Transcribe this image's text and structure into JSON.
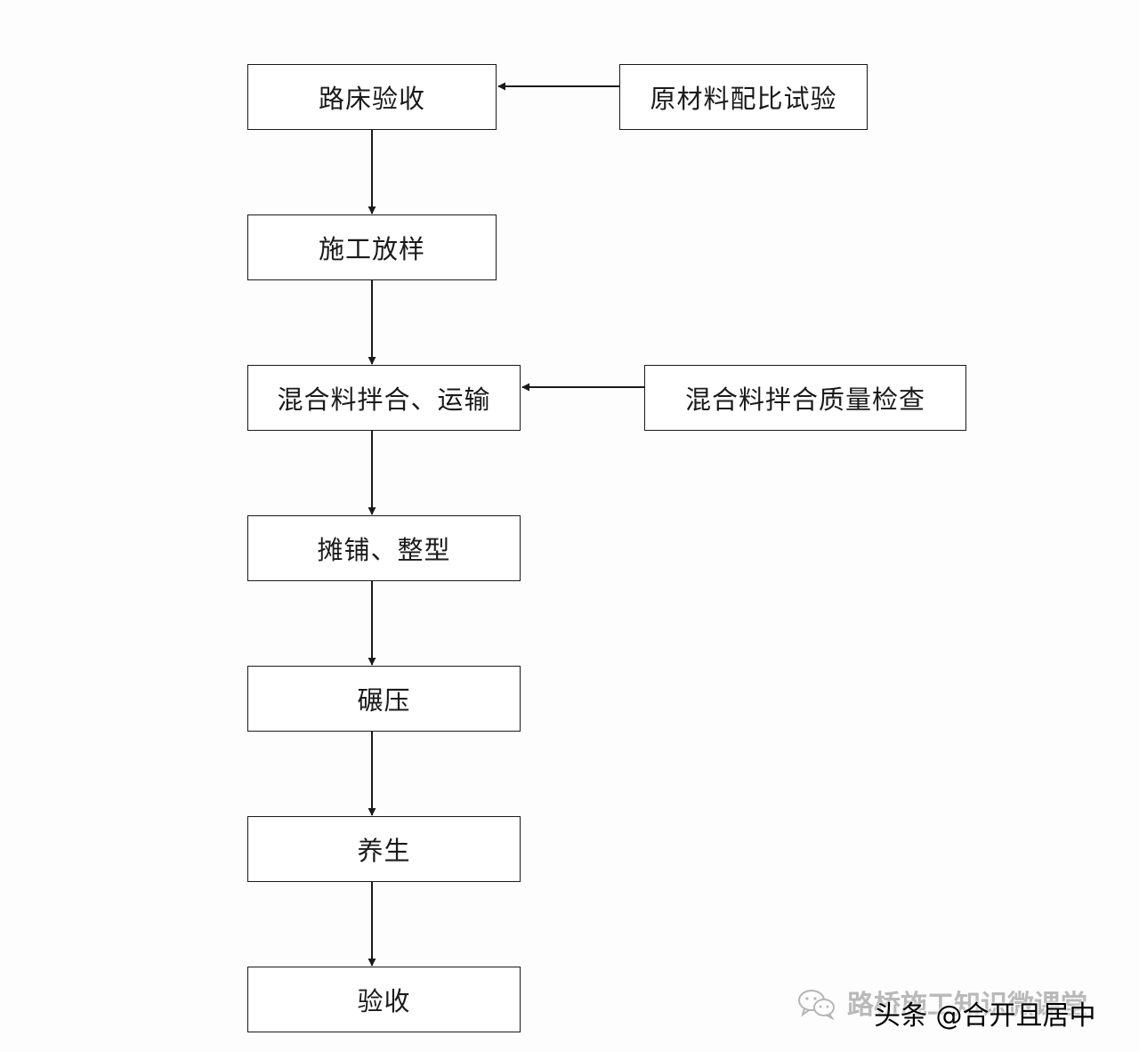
{
  "diagram": {
    "nodes": {
      "roadbed_acceptance": "路床验收",
      "material_mix_test": "原材料配比试验",
      "construction_layout": "施工放样",
      "mixing_transport": "混合料拌合、运输",
      "mixing_quality_check": "混合料拌合质量检查",
      "paving_shaping": "摊铺、整型",
      "compaction": "碾压",
      "curing": "养生",
      "final_acceptance": "验收"
    },
    "edges": [
      {
        "from": "material_mix_test",
        "to": "roadbed_acceptance"
      },
      {
        "from": "roadbed_acceptance",
        "to": "construction_layout"
      },
      {
        "from": "construction_layout",
        "to": "mixing_transport"
      },
      {
        "from": "mixing_quality_check",
        "to": "mixing_transport"
      },
      {
        "from": "mixing_transport",
        "to": "paving_shaping"
      },
      {
        "from": "paving_shaping",
        "to": "compaction"
      },
      {
        "from": "compaction",
        "to": "curing"
      },
      {
        "from": "curing",
        "to": "final_acceptance"
      }
    ]
  },
  "watermark": {
    "icon": "wechat-icon",
    "background_text": "路桥施工知识微课堂",
    "foreground_text": "头条 @合开且居中"
  },
  "colors": {
    "line": "#1a1a1a",
    "background": "#fdfdfd"
  }
}
